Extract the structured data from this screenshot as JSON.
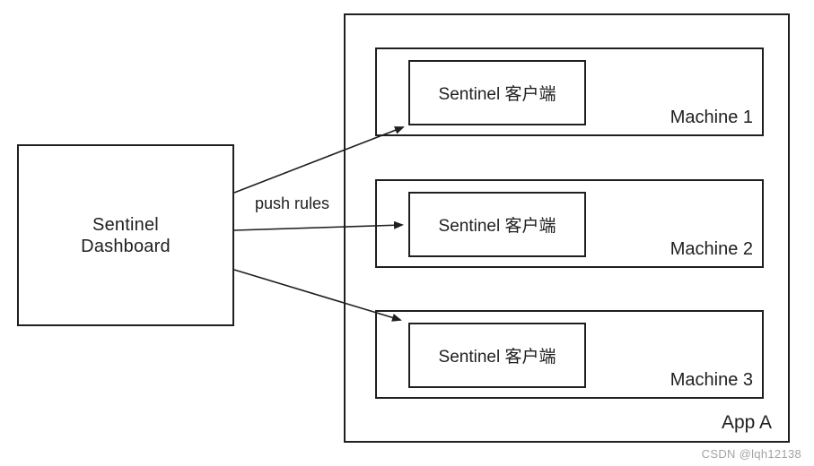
{
  "diagram": {
    "dashboard": {
      "label_line1": "Sentinel",
      "label_line2": "Dashboard"
    },
    "app": {
      "label": "App A"
    },
    "machines": [
      {
        "label": "Machine 1",
        "client_label": "Sentinel 客户端"
      },
      {
        "label": "Machine 2",
        "client_label": "Sentinel 客户端"
      },
      {
        "label": "Machine 3",
        "client_label": "Sentinel 客户端"
      }
    ],
    "arrow_label": "push rules",
    "arrow_count": 3,
    "colors": {
      "line": "#1f1f1f",
      "background": "#ffffff",
      "watermark_text": "#a3a3a3"
    }
  },
  "watermark": {
    "text": "CSDN @lqh12138"
  }
}
